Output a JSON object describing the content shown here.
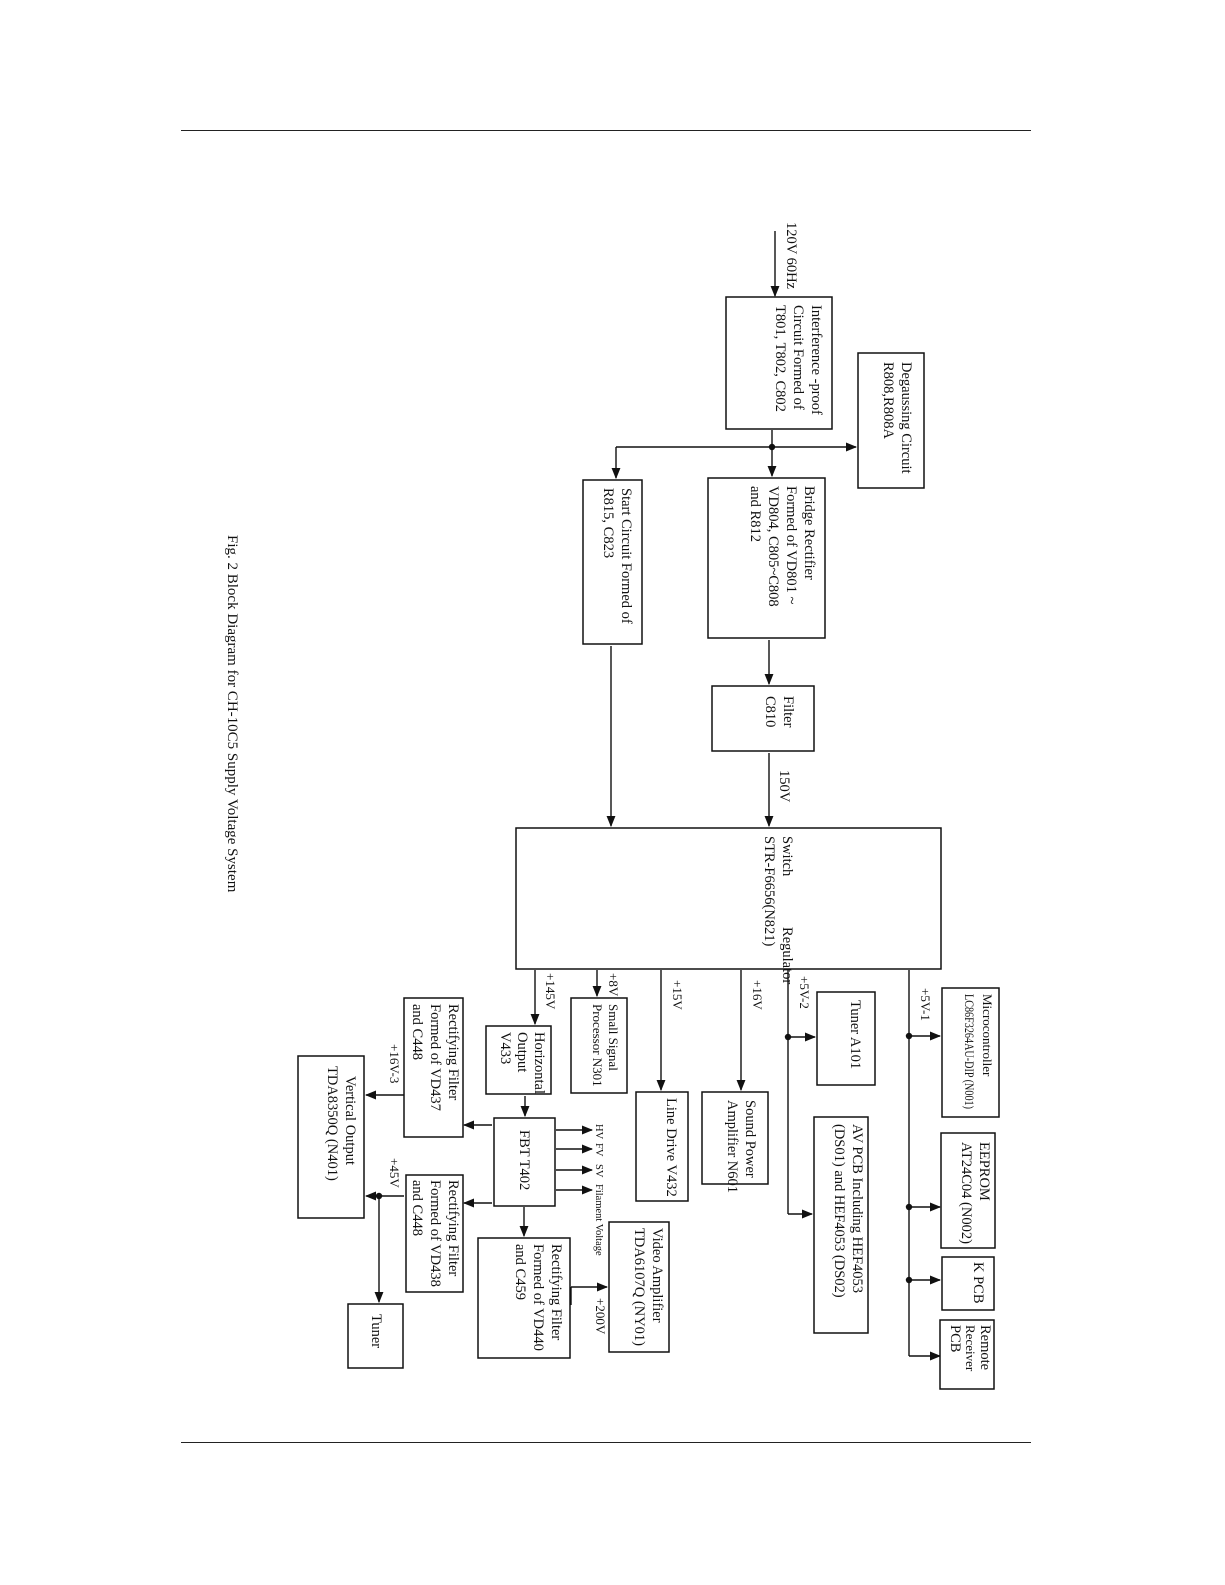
{
  "caption": "Fig. 2 Block Diagram for CH-10C5 Supply Voltage System",
  "input": "120V 60Hz",
  "blocks": {
    "interference": [
      "Interference -proof",
      "Circuit  Formed  of",
      "T801,  T802,  C802"
    ],
    "degaussing": [
      "Degaussing Circuit",
      "R808,R808A"
    ],
    "bridge": [
      "Bridge          Rectifier",
      "Formed  of  VD801 ~",
      "VD804,  C805~C808",
      "and R812"
    ],
    "start": [
      "Start Circuit Formed of",
      "R815,  C823"
    ],
    "filter": [
      "Filter",
      "C810"
    ],
    "switch": [
      "Switch              Regulator",
      "STR-F6656(N821)"
    ],
    "micro": [
      "Microcontroller",
      "LC86F3264AU-DIP (N001)"
    ],
    "eeprom": [
      "EEPROM",
      "AT24C04 (N002)"
    ],
    "kpcb": [
      "K PCB"
    ],
    "remote": [
      "Remote",
      "Receiver",
      "PCB"
    ],
    "tuner_a101": [
      "Tuner A101"
    ],
    "avpcb": [
      "AV  PCB  Including  HEF4053",
      "(DS01) and HEF4053 (DS02)"
    ],
    "sound": [
      "Sound Power",
      "Amplifier N601"
    ],
    "linedrive": [
      "Line Drive V432"
    ],
    "video": [
      "Video Amplifier",
      "TDA6107Q (NY01)"
    ],
    "small": [
      "Small Signal",
      "Processor N301"
    ],
    "horiz": [
      "Horizontal",
      "Output",
      "V433"
    ],
    "fbt": [
      "FBT T402"
    ],
    "rect459": [
      "Rectifying Filter",
      "Formed of VD440",
      "and C459"
    ],
    "rect437": [
      "Rectifying Filter",
      "Formed of VD437",
      "and C448"
    ],
    "rect438": [
      "Rectifying Filter",
      "Formed of VD438",
      "and C448"
    ],
    "vertical": [
      "Vertical Output",
      "TDA8350Q (N401)"
    ],
    "tuner": [
      "Tuner"
    ]
  },
  "voltages": {
    "v150": "150V",
    "v5_1": "+5V-1",
    "v5_2": "+5V-2",
    "v16": "+16V",
    "v15": "+15V",
    "v8": "+8V",
    "v145": "+145V",
    "v200": "+200V",
    "v16_3": "+16V-3",
    "v45": "+45V"
  },
  "fbt_outputs": [
    "HV",
    "FV",
    "SV",
    "Filament Voltage"
  ]
}
